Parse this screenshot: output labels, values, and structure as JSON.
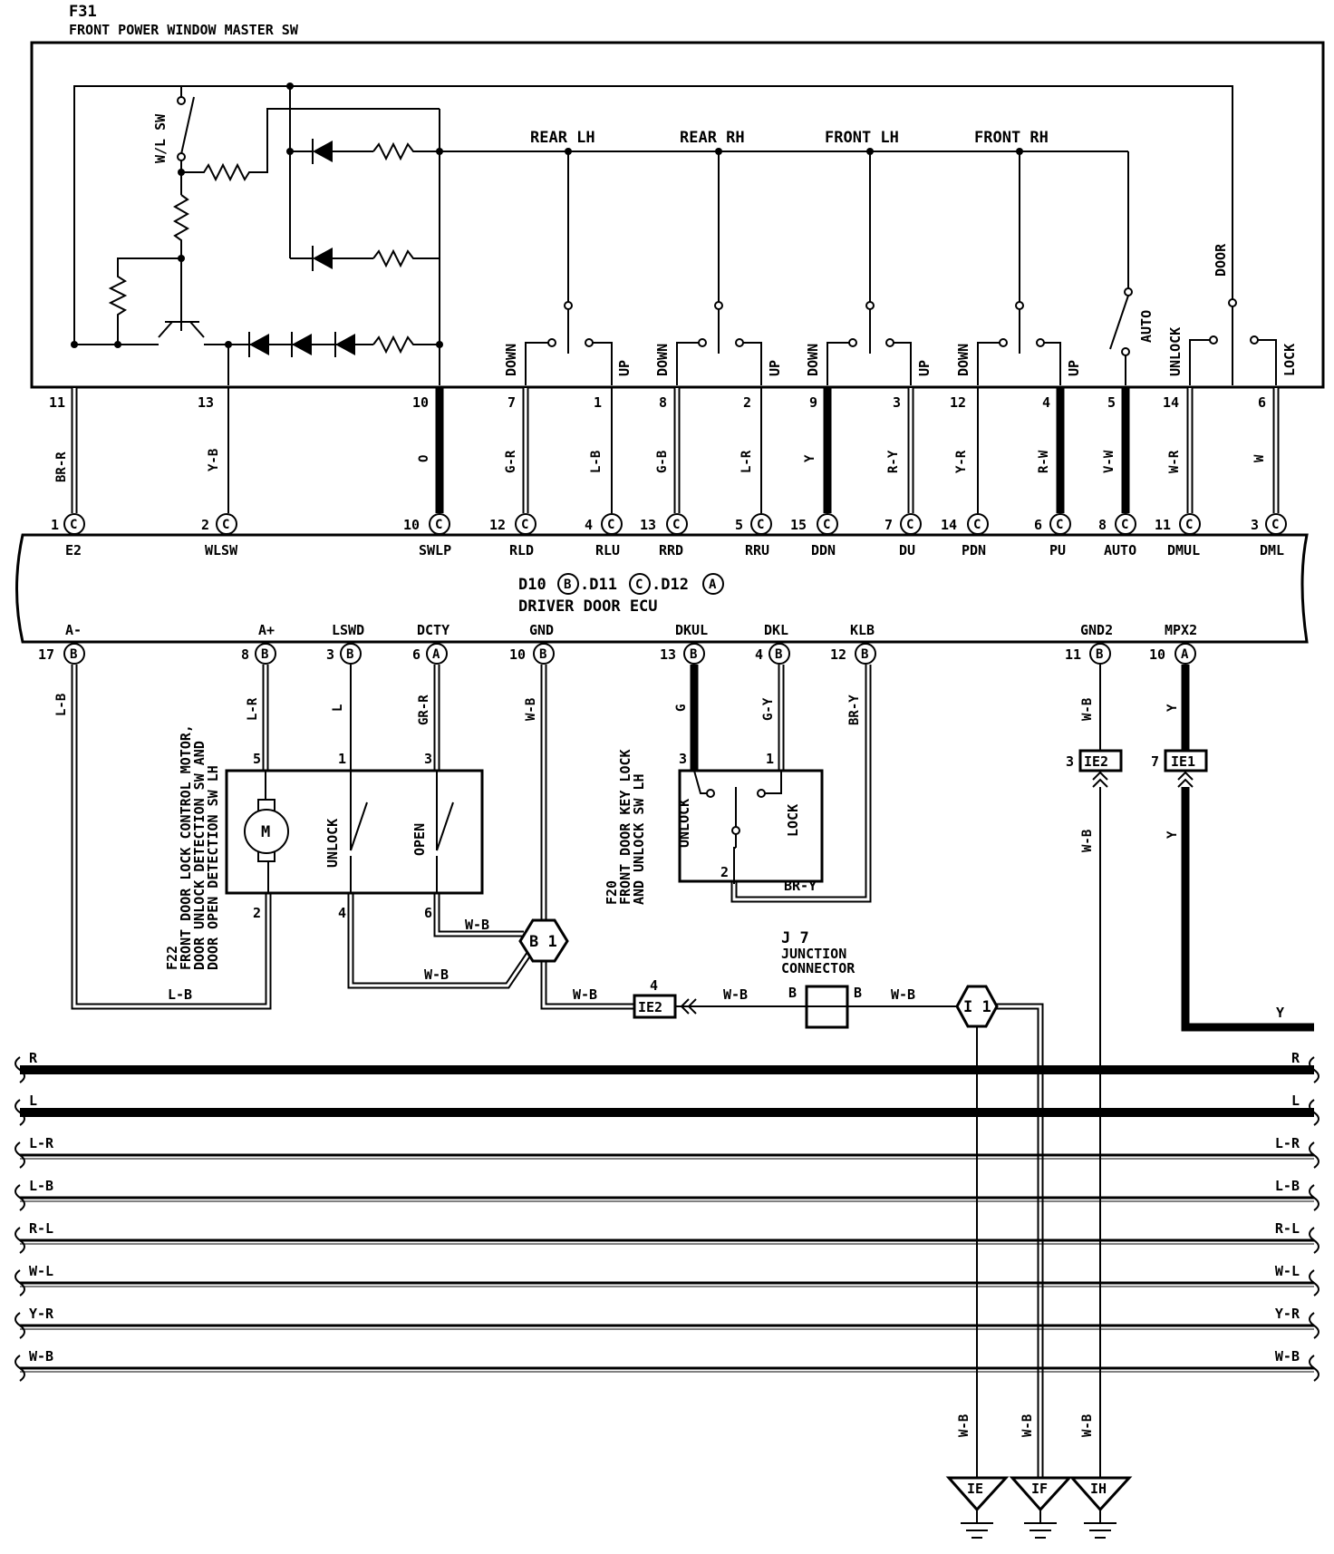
{
  "colors": {
    "ink": "#000000",
    "paper": "#ffffff"
  },
  "switch_block": {
    "code": "F31",
    "name": "FRONT POWER WINDOW MASTER SW",
    "wl_sw": "W/L SW",
    "windows": [
      "REAR LH",
      "REAR RH",
      "FRONT LH",
      "FRONT RH"
    ],
    "down": "DOWN",
    "up": "UP",
    "auto": "AUTO",
    "door": "DOOR",
    "unlock": "UNLOCK",
    "lock": "LOCK"
  },
  "top_pins": [
    {
      "pin": "11",
      "wire": "BR-R",
      "cpin": "1",
      "conn": "C",
      "term": "E2"
    },
    {
      "pin": "13",
      "wire": "Y-B",
      "cpin": "2",
      "conn": "C",
      "term": "WLSW"
    },
    {
      "pin": "10",
      "wire": "O",
      "cpin": "10",
      "conn": "C",
      "term": "SWLP"
    },
    {
      "pin": "7",
      "wire": "G-R",
      "cpin": "12",
      "conn": "C",
      "term": "RLD"
    },
    {
      "pin": "1",
      "wire": "L-B",
      "cpin": "4",
      "conn": "C",
      "term": "RLU"
    },
    {
      "pin": "8",
      "wire": "G-B",
      "cpin": "13",
      "conn": "C",
      "term": "RRD"
    },
    {
      "pin": "2",
      "wire": "L-R",
      "cpin": "5",
      "conn": "C",
      "term": "RRU"
    },
    {
      "pin": "9",
      "wire": "Y",
      "cpin": "15",
      "conn": "C",
      "term": "DDN"
    },
    {
      "pin": "3",
      "wire": "R-Y",
      "cpin": "7",
      "conn": "C",
      "term": "DU"
    },
    {
      "pin": "12",
      "wire": "Y-R",
      "cpin": "14",
      "conn": "C",
      "term": "PDN"
    },
    {
      "pin": "4",
      "wire": "R-W",
      "cpin": "6",
      "conn": "C",
      "term": "PU"
    },
    {
      "pin": "5",
      "wire": "V-W",
      "cpin": "8",
      "conn": "C",
      "term": "AUTO"
    },
    {
      "pin": "14",
      "wire": "W-R",
      "cpin": "11",
      "conn": "C",
      "term": "DMUL"
    },
    {
      "pin": "6",
      "wire": "W",
      "cpin": "3",
      "conn": "C",
      "term": "DML"
    }
  ],
  "ecu": {
    "codes": [
      "D10",
      "B",
      ".D11",
      "C",
      ".D12",
      "A"
    ],
    "name": "DRIVER DOOR ECU"
  },
  "bottom_pins": [
    {
      "term": "A-",
      "cpin": "17",
      "conn": "B",
      "wire": "L-B"
    },
    {
      "term": "A+",
      "cpin": "8",
      "conn": "B",
      "wire": "L-R"
    },
    {
      "term": "LSWD",
      "cpin": "3",
      "conn": "B",
      "wire": "L"
    },
    {
      "term": "DCTY",
      "cpin": "6",
      "conn": "A",
      "wire": "GR-R"
    },
    {
      "term": "GND",
      "cpin": "10",
      "conn": "B",
      "wire": "W-B"
    },
    {
      "term": "DKUL",
      "cpin": "13",
      "conn": "B",
      "wire": "G"
    },
    {
      "term": "DKL",
      "cpin": "4",
      "conn": "B",
      "wire": "G-Y"
    },
    {
      "term": "KLB",
      "cpin": "12",
      "conn": "B",
      "wire": "BR-Y"
    },
    {
      "term": "GND2",
      "cpin": "11",
      "conn": "B",
      "wire": "W-B"
    },
    {
      "term": "MPX2",
      "cpin": "10",
      "conn": "A",
      "wire": "Y"
    }
  ],
  "f22": {
    "code": "F22",
    "lines": [
      "FRONT DOOR LOCK CONTROL MOTOR,",
      "DOOR UNLOCK DETECTION SW AND",
      "DOOR OPEN DETECTION SW LH"
    ],
    "motor": "M",
    "unlock": "UNLOCK",
    "open": "OPEN",
    "pins": [
      "5",
      "1",
      "3",
      "2",
      "4",
      "6"
    ],
    "wire_lb": "L-B",
    "wire_wb": "W-B"
  },
  "f20": {
    "code": "F20",
    "lines": [
      "FRONT DOOR KEY LOCK",
      "AND UNLOCK SW LH"
    ],
    "unlock": "UNLOCK",
    "lock": "LOCK",
    "pins": [
      "3",
      "1",
      "2"
    ],
    "wire_bry": "BR-Y"
  },
  "junctions": {
    "b1": "B 1",
    "i1": "I 1",
    "ie2": "IE2",
    "ie1": "IE1",
    "ie2_pin": "4",
    "ie2b_pin": "3",
    "ie1_pin": "7",
    "j7_code": "J 7",
    "j7_name1": "JUNCTION",
    "j7_name2": "CONNECTOR",
    "j7_b": "B",
    "wb": "W-B",
    "y": "Y"
  },
  "bus_wires": [
    "R",
    "L",
    "L-R",
    "L-B",
    "R-L",
    "W-L",
    "Y-R",
    "W-B"
  ],
  "grounds": [
    {
      "wire": "W-B",
      "label": "IE"
    },
    {
      "wire": "W-B",
      "label": "IF"
    },
    {
      "wire": "W-B",
      "label": "IH"
    }
  ]
}
